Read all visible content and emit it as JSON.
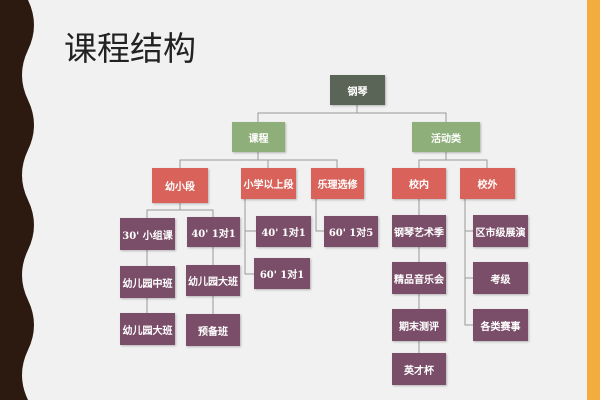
{
  "title": "课程结构",
  "root": "钢琴",
  "level1": [
    "课程",
    "活动类"
  ],
  "level2": [
    "幼小段",
    "小学以上段",
    "乐理选修",
    "校内",
    "校外"
  ],
  "leaves": [
    "30' 小组课",
    "40' 1对1",
    "幼儿园中班",
    "幼儿园大班",
    "幼儿园大班",
    "预备班",
    "40' 1对1",
    "60' 1对1",
    "60' 1对5",
    "钢琴艺术季",
    "精品音乐会",
    "期末测评",
    "英才杯",
    "区市级展演",
    "考级",
    "各类赛事"
  ]
}
